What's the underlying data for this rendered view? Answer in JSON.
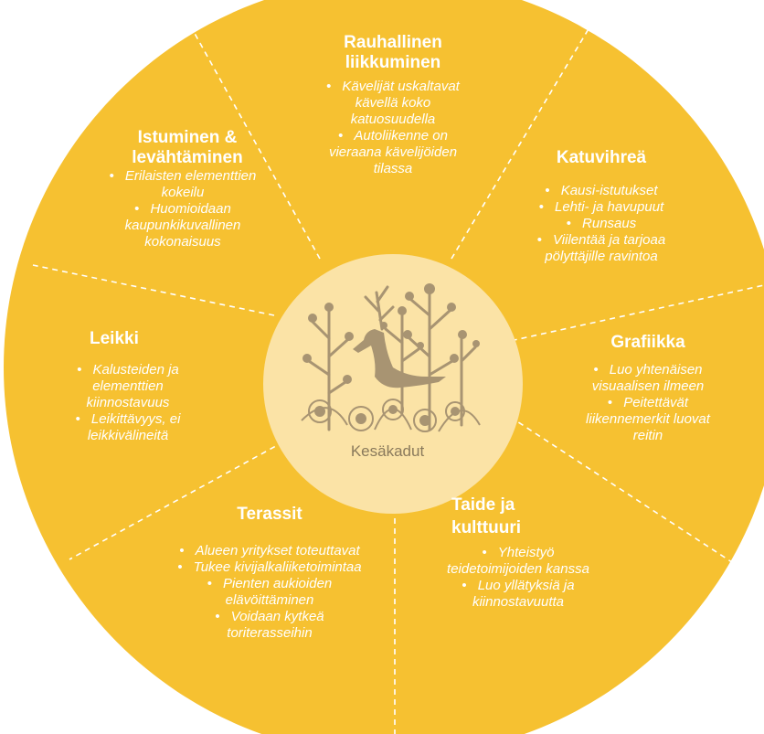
{
  "colors": {
    "wheel": "#f6c131",
    "center": "#fbe3a6",
    "text": "#ffffff",
    "logo": "#a89472"
  },
  "icons": {
    "center_logo": "deer-and-flowers-logo"
  },
  "center_label": "Kesäkadut",
  "segments": [
    {
      "id": "rauhallinen",
      "title": [
        "Rauhallinen",
        "liikkuminen"
      ],
      "items": [
        "Kävelijät uskaltavat",
        "kävellä koko",
        "katuosuudella",
        "Autoliikenne on",
        "vieraana kävelijöiden",
        "tilassa"
      ],
      "bullets": [
        0,
        3
      ]
    },
    {
      "id": "katuvihrea",
      "title": [
        "Katuvihreä"
      ],
      "items": [
        "Kausi-istutukset",
        "Lehti- ja havupuut",
        "Runsaus",
        "Viilentää ja tarjoaa",
        "pölyttäjille ravintoa"
      ],
      "bullets": [
        0,
        1,
        2,
        3
      ]
    },
    {
      "id": "grafiikka",
      "title": [
        "Grafiikka"
      ],
      "items": [
        "Luo yhtenäisen",
        "visuaalisen ilmeen",
        "Peitettävät",
        "liikennemerkit luovat",
        "reitin"
      ],
      "bullets": [
        0,
        2
      ]
    },
    {
      "id": "taide",
      "title": [
        "Taide ja",
        "kulttuuri"
      ],
      "items": [
        "Yhteistyö",
        "teidetoimijoiden kanssa",
        "Luo yllätyksiä ja",
        "kiinnostavuutta"
      ],
      "bullets": [
        0,
        2
      ]
    },
    {
      "id": "terassit",
      "title": [
        "Terassit"
      ],
      "items": [
        "Alueen yritykset toteuttavat",
        "Tukee kivijalkaliiketoimintaa",
        "Pienten aukioiden",
        "elävöittäminen",
        "Voidaan kytkeä",
        "toriterasseihin"
      ],
      "bullets": [
        0,
        1,
        2,
        4
      ]
    },
    {
      "id": "leikki",
      "title": [
        "Leikki"
      ],
      "items": [
        "Kalusteiden ja",
        "elementtien",
        "kiinnostavuus",
        "Leikittävyys, ei",
        "leikkivälineitä"
      ],
      "bullets": [
        0,
        3
      ]
    },
    {
      "id": "istuminen",
      "title": [
        "Istuminen &",
        "levähtäminen"
      ],
      "items": [
        "Erilaisten elementtien",
        "kokeilu",
        "Huomioidaan",
        "kaupunkikuvallinen",
        "kokonaisuus"
      ],
      "bullets": [
        0,
        2
      ]
    }
  ]
}
